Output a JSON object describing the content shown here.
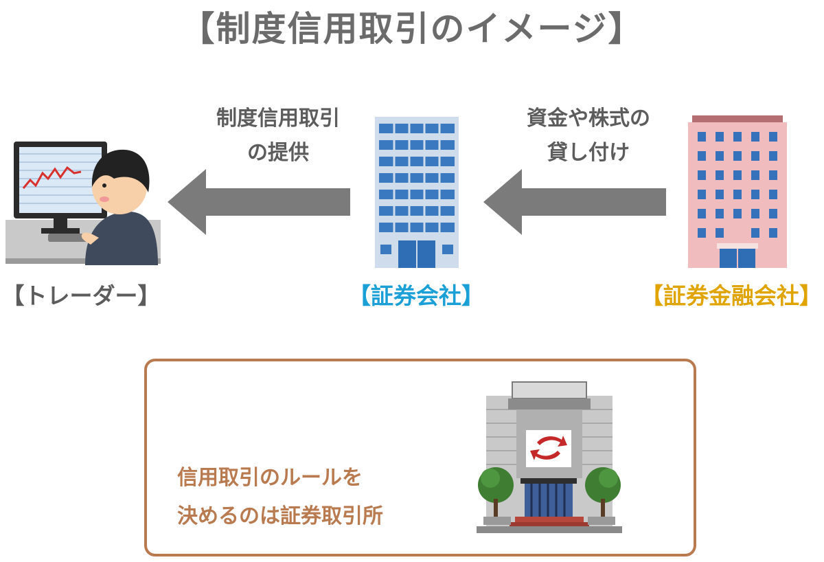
{
  "title": "【制度信用取引のイメージ】",
  "arrow_left_label": {
    "line1": "制度信用取引",
    "line2": "の提供"
  },
  "arrow_right_label": {
    "line1": "資金や株式の",
    "line2": "貸し付け"
  },
  "entities": {
    "trader": {
      "label": "【トレーダー】",
      "color": "#5c5c5c"
    },
    "securities_company": {
      "label": "【証券会社】",
      "color": "#1a9fd6"
    },
    "finance_company": {
      "label": "【証券金融会社】",
      "color": "#e0a400"
    }
  },
  "rule_box": {
    "line1": "信用取引のルールを",
    "line2": "決めるのは証券取引所"
  },
  "colors": {
    "arrow": "#7b7b7b",
    "title": "#6b6b6b",
    "rule_border": "#b87a4e"
  }
}
